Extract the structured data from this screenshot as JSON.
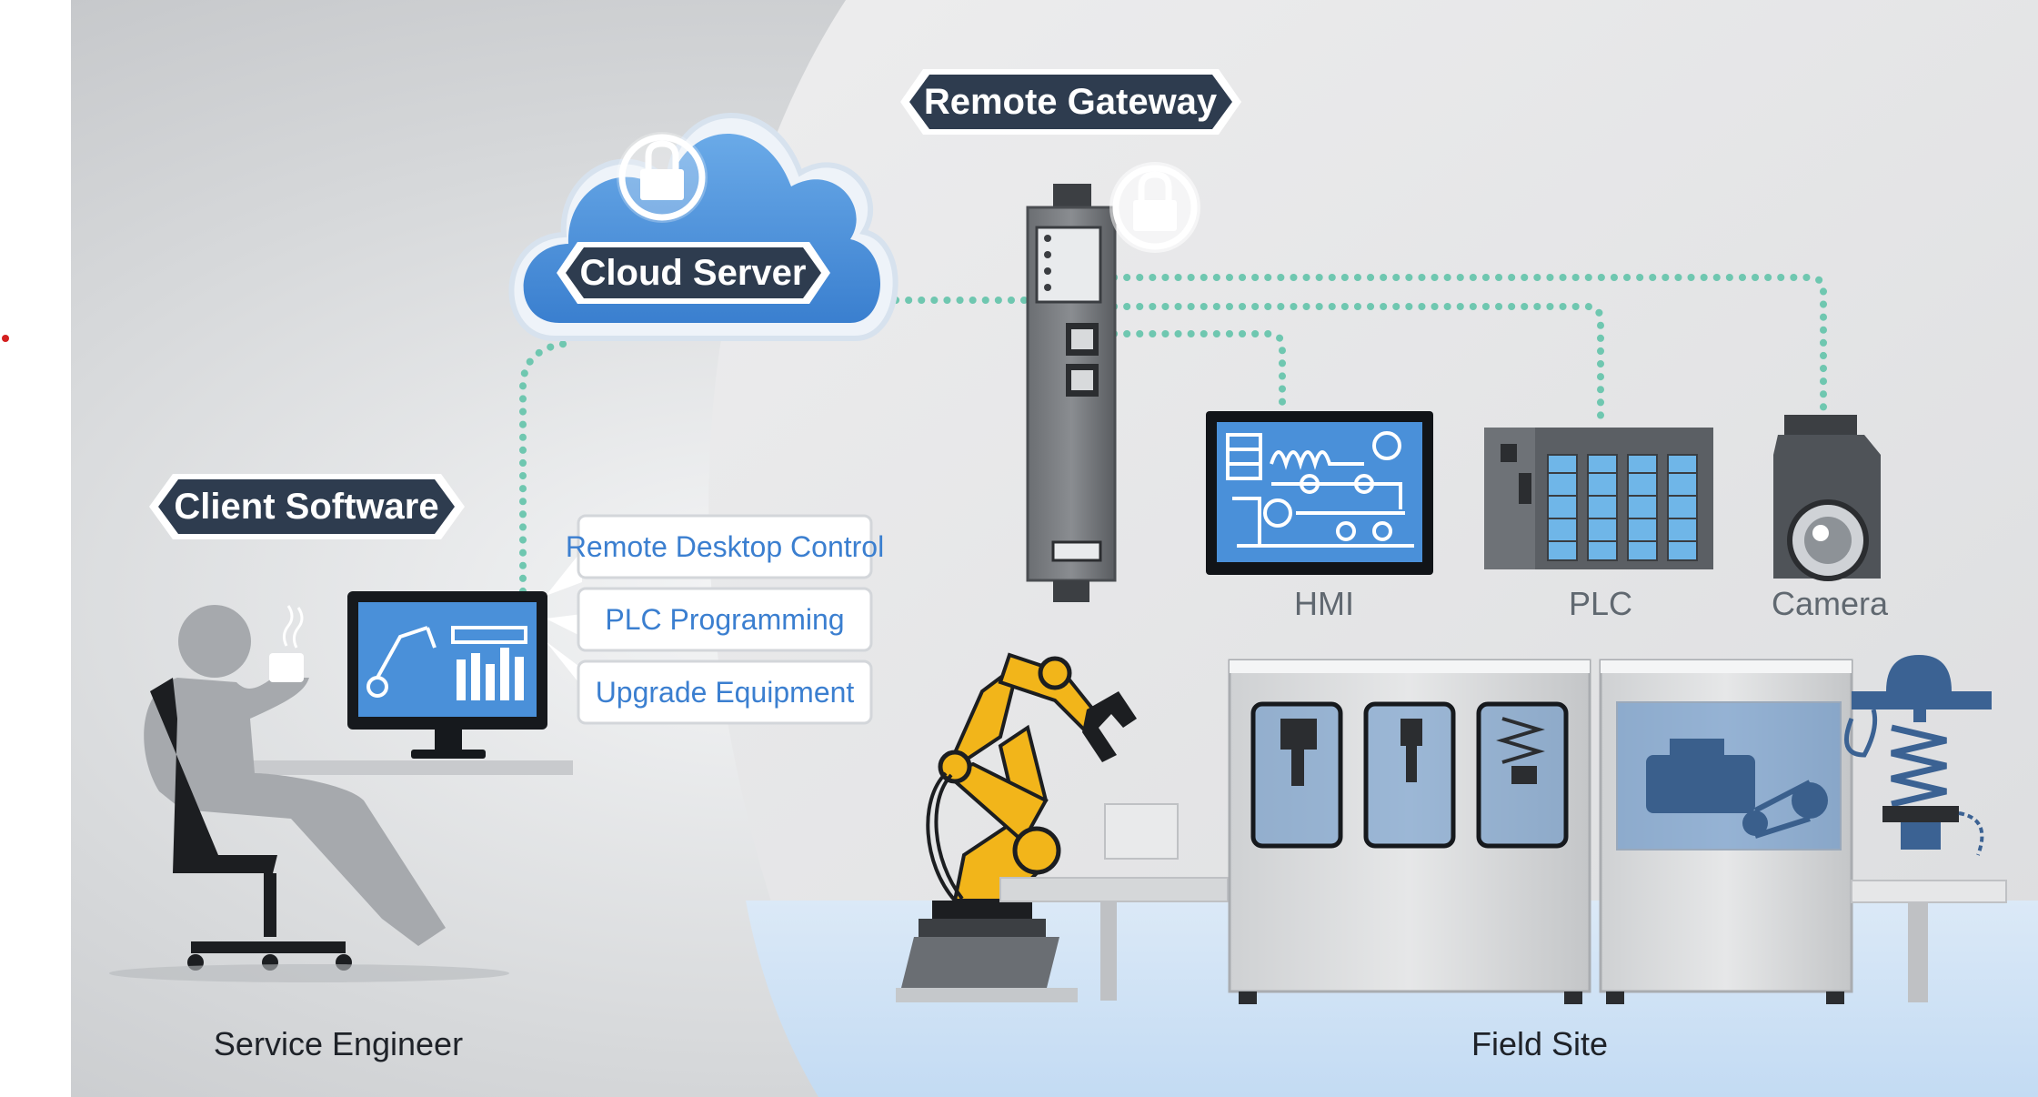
{
  "labels": {
    "remote_gateway": "Remote Gateway",
    "cloud_server": "Cloud Server",
    "client_software": "Client Software",
    "service_engineer": "Service Engineer",
    "field_site": "Field Site",
    "hmi": "HMI",
    "plc": "PLC",
    "camera": "Camera"
  },
  "features": [
    "Remote Desktop Control",
    "PLC Programming",
    "Upgrade Equipment"
  ],
  "icons": [
    "lock-icon",
    "cloud-icon",
    "gateway-device-icon",
    "hmi-screen-icon",
    "plc-rack-icon",
    "camera-icon",
    "robot-arm-icon",
    "engineer-figure-icon",
    "monitor-icon"
  ],
  "colors": {
    "tag_fill": "#2e3c4f",
    "cloud_blue": "#4a90d9",
    "connection_line": "#6fc7b0",
    "robot_yellow": "#f2b51a",
    "floor_blue": "#cfe3f7",
    "bubble_text": "#3b7fd0"
  }
}
